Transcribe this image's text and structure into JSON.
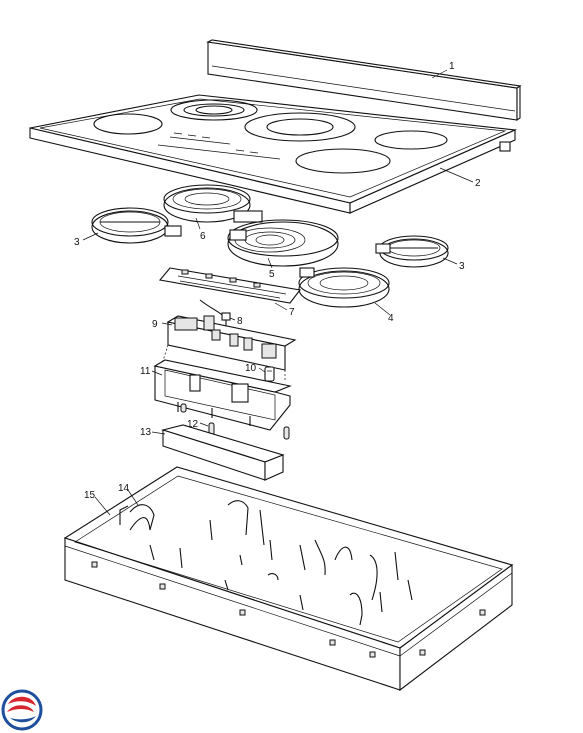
{
  "callouts": [
    {
      "id": "1",
      "label": "1"
    },
    {
      "id": "2",
      "label": "2"
    },
    {
      "id": "3a",
      "label": "3"
    },
    {
      "id": "3b",
      "label": "3"
    },
    {
      "id": "4",
      "label": "4"
    },
    {
      "id": "5",
      "label": "5"
    },
    {
      "id": "6",
      "label": "6"
    },
    {
      "id": "7",
      "label": "7"
    },
    {
      "id": "8",
      "label": "8"
    },
    {
      "id": "9",
      "label": "9"
    },
    {
      "id": "10",
      "label": "10"
    },
    {
      "id": "11",
      "label": "11"
    },
    {
      "id": "12",
      "label": "12"
    },
    {
      "id": "13",
      "label": "13"
    },
    {
      "id": "14",
      "label": "14"
    },
    {
      "id": "15",
      "label": "15"
    }
  ],
  "colors": {
    "logo_red": "#d7262f",
    "logo_blue": "#1d4f9c",
    "line": "#111111"
  },
  "icons": {
    "logo": "brand-swirl-logo"
  }
}
